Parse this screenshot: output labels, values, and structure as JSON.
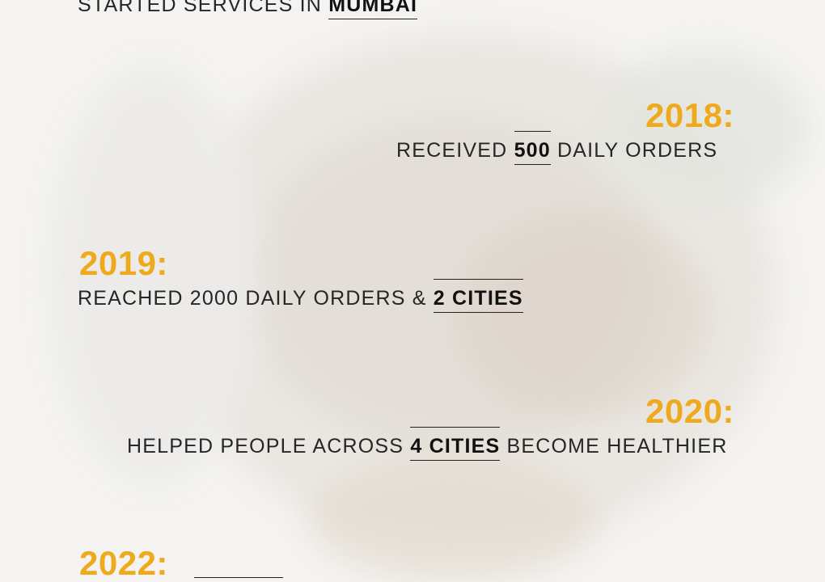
{
  "entries": [
    {
      "year": "",
      "text": "STARTED SERVICES IN ",
      "highlight": "MUMBAI",
      "suffix": ""
    },
    {
      "year": "2018:",
      "text": "RECEIVED ",
      "highlight": "500",
      "suffix": " DAILY ORDERS"
    },
    {
      "year": "2019:",
      "text": "REACHED 2000 DAILY ORDERS & ",
      "highlight": "2 CITIES",
      "suffix": ""
    },
    {
      "year": "2020:",
      "text": "HELPED PEOPLE ACROSS ",
      "highlight": "4 CITIES",
      "suffix": " BECOME HEALTHIER"
    },
    {
      "year": "2022:",
      "text": "",
      "highlight": "",
      "suffix": ""
    }
  ],
  "colors": {
    "year": "#eeaa1c",
    "text": "#262626",
    "background": "#f4f3f1"
  }
}
